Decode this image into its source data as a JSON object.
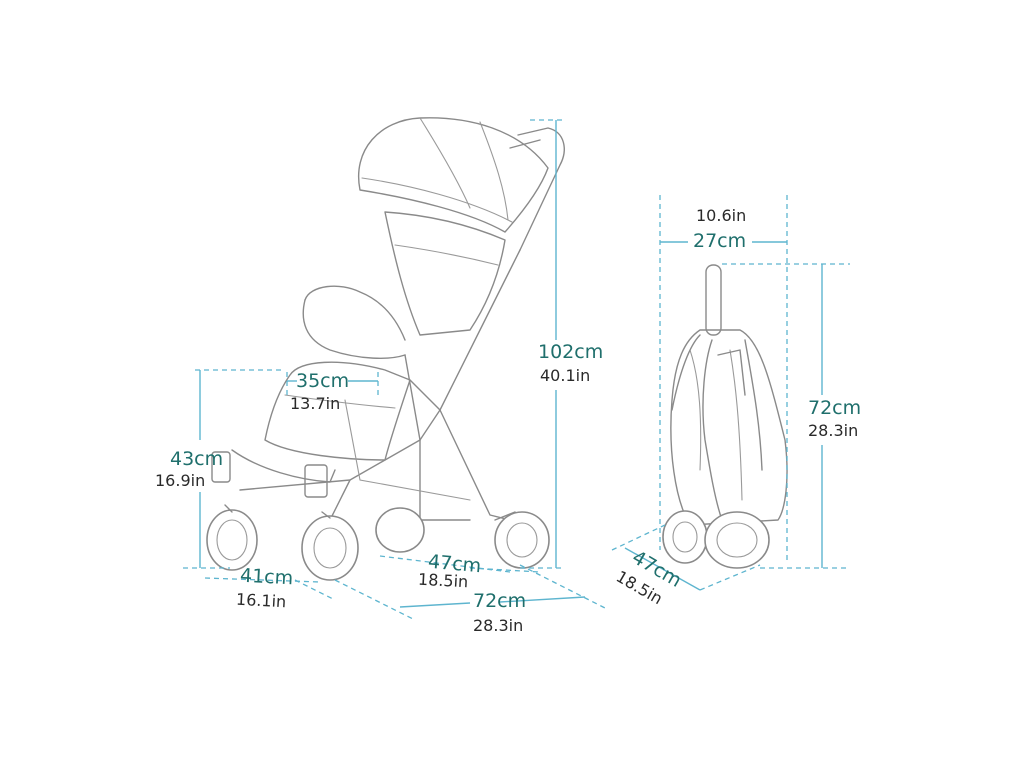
{
  "dimensions": {
    "seat_width": {
      "cm": "35cm",
      "in": "13.7in"
    },
    "seat_height": {
      "cm": "43cm",
      "in": "16.9in"
    },
    "total_height": {
      "cm": "102cm",
      "in": "40.1in"
    },
    "width": {
      "cm": "41cm",
      "in": "16.1in"
    },
    "depth": {
      "cm": "47cm",
      "in": "18.5in"
    },
    "length": {
      "cm": "72cm",
      "in": "28.3in"
    },
    "folded_width": {
      "cm": "27cm",
      "in": "10.6in"
    },
    "folded_height": {
      "cm": "72cm",
      "in": "28.3in"
    },
    "folded_depth": {
      "cm": "47cm",
      "in": "18.5in"
    }
  },
  "colors": {
    "dimension_line": "#5eb5cf",
    "metric_text": "#1f6f6c",
    "imperial_text": "#2a2a2a",
    "outline": "#8a8a8a"
  }
}
